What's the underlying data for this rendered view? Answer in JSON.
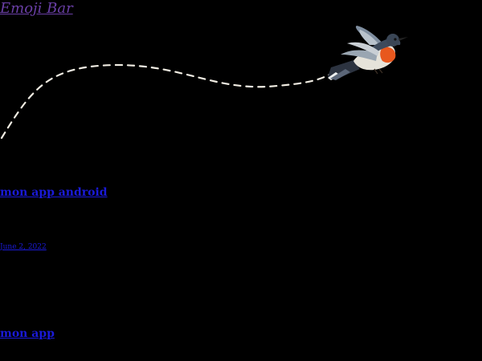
{
  "site": {
    "title": "Emoji Bar"
  },
  "illustration": {
    "icon": "hummingbird-icon",
    "trail": "dashed-flight-path"
  },
  "posts": [
    {
      "title": "mon app android",
      "date": "June 2, 2022"
    },
    {
      "title": "mon app"
    }
  ],
  "colors": {
    "background": "#000000",
    "title_link": "#6a3fa6",
    "link": "#1a1ad8",
    "trail": "#f0ece2",
    "bird_breast": "#e8581e",
    "bird_back": "#3d4a5c"
  }
}
